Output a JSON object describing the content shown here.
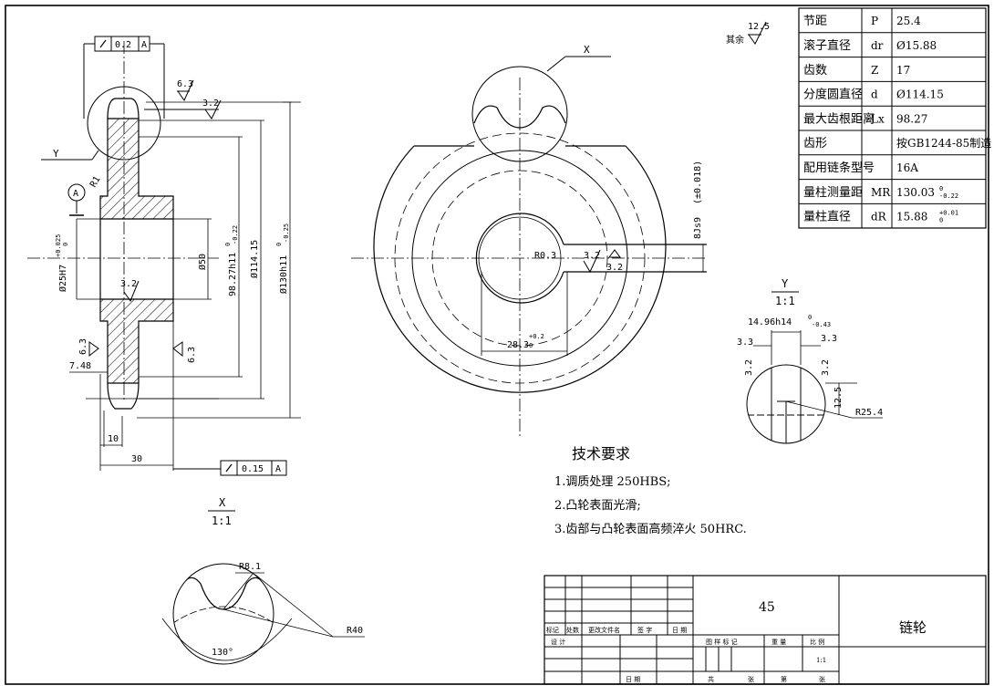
{
  "colors": {
    "line": "#000000",
    "paper": "#ffffff",
    "hatch": "#000000"
  },
  "roughness": {
    "mark": "12.5",
    "label": "其余"
  },
  "params": [
    {
      "name": "节距",
      "sym": "P",
      "val": "25.4"
    },
    {
      "name": "滚子直径",
      "sym": "dr",
      "val": "Ø15.88"
    },
    {
      "name": "齿数",
      "sym": "Z",
      "val": "17"
    },
    {
      "name": "分度圆直径",
      "sym": "d",
      "val": "Ø114.15"
    },
    {
      "name": "最大齿根距离",
      "sym": "Lx",
      "val": "98.27"
    },
    {
      "name": "齿形",
      "sym": "",
      "val": "按GB1244-85制造"
    },
    {
      "name": "配用链条型号",
      "sym": "",
      "val": "16A"
    },
    {
      "name": "量柱测量距",
      "sym": "MR",
      "val": "130.03",
      "sup": "0",
      "sub": "-0.22"
    },
    {
      "name": "量柱直径",
      "sym": "dR",
      "val": "15.88",
      "sup": "+0.01",
      "sub": "0"
    }
  ],
  "section": {
    "tol_top": {
      "val": "0.2",
      "datum": "A"
    },
    "tol_bottom": {
      "val": "0.15",
      "datum": "A"
    },
    "datum": "A",
    "detail_y": "Y",
    "r1": "R1",
    "ra_63": "6.3",
    "ra_32": "3.2",
    "d_bore": "Ø25H7",
    "d_bore_tol_up": "+0.025",
    "d_bore_tol_lo": "0",
    "d_hub": "Ø50",
    "d_root": "98.27h11",
    "d_root_tol_up": "0",
    "d_root_tol_lo": "-0.22",
    "d_pitch": "Ø114.15",
    "d_outer": "Ø130h11",
    "d_outer_tol_up": "0",
    "d_outer_tol_lo": "-0.25",
    "w_748": "7.48",
    "w_10": "10",
    "w_30": "30"
  },
  "front": {
    "detail_x": "X",
    "r03": "R0.3",
    "keyway": "8Js9",
    "keyway_tol": "(±0.018)",
    "depth": "28.3",
    "depth_up": "+0.2",
    "depth_lo": "0",
    "ra1": "3.2",
    "ra2": "3.2"
  },
  "detail_y": {
    "title": "Y",
    "scale": "1:1",
    "width": "14.96h14",
    "width_tol_up": "0",
    "width_tol_lo": "-0.43",
    "d33l": "3.3",
    "d33r": "3.3",
    "ra_l": "3.2",
    "ra_r": "3.2",
    "h": "12.5",
    "r": "R25.4"
  },
  "detail_x": {
    "title": "X",
    "scale": "1:1",
    "r81": "R8.1",
    "r40": "R40",
    "angle": "130°"
  },
  "requirements": {
    "title": "技术要求",
    "items": [
      "1.调质处理 250HBS;",
      "2.凸轮表面光滑;",
      "3.齿部与凸轮表面高频淬火 50HRC."
    ]
  },
  "title_block": {
    "material": "45",
    "part_name": "链轮",
    "row_labels": [
      "标记",
      "处数",
      "更改文件名",
      "签  字",
      "日 期"
    ],
    "design": "设  计",
    "date": "日  期",
    "stage": "图 样 标 记",
    "weight": "重  量",
    "scale_label": "比  例",
    "scale": "1:1",
    "total": "共",
    "sheets": "张",
    "page": "第",
    "page_sheets": "张"
  }
}
